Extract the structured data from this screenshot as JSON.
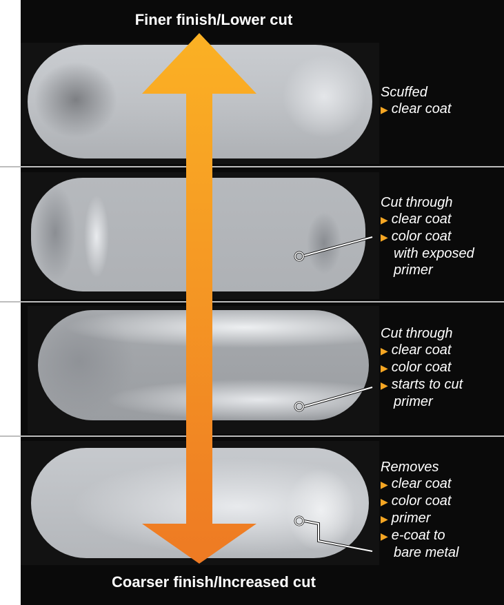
{
  "title_top": "Finer finish/Lower cut",
  "title_bottom": "Coarser finish/Increased cut",
  "colors": {
    "background": "#0a0a0a",
    "arrow_top": "#fbb124",
    "arrow_bottom": "#ee7a23",
    "bullet": "#f5a623",
    "divider": "#bdbdbd"
  },
  "icons": [
    "triangle-bullet-icon",
    "callout-circle-icon"
  ],
  "pads": [
    {
      "heading": "Scuffed",
      "items": [
        "clear coat"
      ],
      "continuations": []
    },
    {
      "heading": "Cut through",
      "items": [
        "clear coat",
        "color coat"
      ],
      "continuations": [
        "with exposed",
        "primer"
      ]
    },
    {
      "heading": "Cut through",
      "items": [
        "clear coat",
        "color coat",
        "starts to cut"
      ],
      "continuations": [
        "primer"
      ]
    },
    {
      "heading": "Removes",
      "items": [
        "clear coat",
        "color coat",
        "primer",
        "e-coat to"
      ],
      "continuations": [
        "bare metal"
      ]
    }
  ]
}
